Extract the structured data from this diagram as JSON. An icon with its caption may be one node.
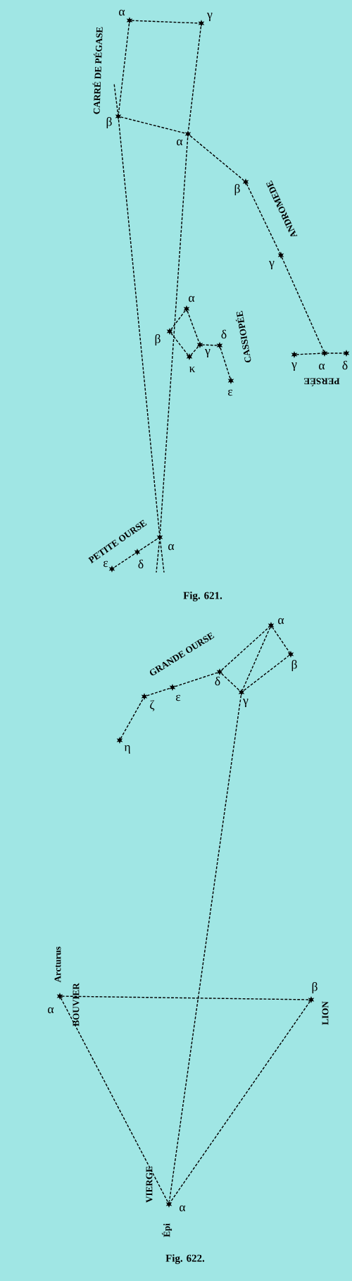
{
  "diagram": {
    "nodes": [
      {
        "text": [],
        "shape": "star",
        "beside": [
          "α"
        ]
      },
      {
        "text": [],
        "shape": "star",
        "beside": [
          "γ"
        ]
      },
      {
        "text": [],
        "shape": "star",
        "beside": [
          "β"
        ]
      },
      {
        "text": [],
        "shape": "star",
        "beside": [
          "α"
        ]
      },
      {
        "text": [],
        "shape": "star",
        "beside": [
          "β"
        ]
      },
      {
        "text": [],
        "shape": "star",
        "beside": [
          "γ"
        ]
      },
      {
        "text": [],
        "shape": "star",
        "beside": [
          "α"
        ]
      },
      {
        "text": [],
        "shape": "star",
        "beside": [
          "β"
        ]
      },
      {
        "text": [],
        "shape": "star",
        "beside": [
          "γ"
        ]
      },
      {
        "text": [],
        "shape": "star",
        "beside": [
          "δ"
        ]
      },
      {
        "text": [],
        "shape": "star",
        "beside": [
          "α"
        ]
      },
      {
        "text": [],
        "shape": "star",
        "beside": [
          "γ"
        ]
      },
      {
        "text": [],
        "shape": "star",
        "beside": [
          "δ"
        ]
      },
      {
        "text": [],
        "shape": "star",
        "beside": [
          "κ"
        ]
      },
      {
        "text": [],
        "shape": "star",
        "beside": [
          "ε"
        ]
      },
      {
        "text": [],
        "shape": "star",
        "beside": [
          "α"
        ]
      },
      {
        "text": [],
        "shape": "star",
        "beside": [
          "δ"
        ]
      },
      {
        "text": [],
        "shape": "star",
        "beside": [
          "ε"
        ]
      },
      {
        "text": [],
        "shape": "star",
        "beside": [
          "α"
        ]
      },
      {
        "text": [],
        "shape": "star",
        "beside": [
          "β"
        ]
      },
      {
        "text": [],
        "shape": "star",
        "beside": [
          "δ"
        ]
      },
      {
        "text": [],
        "shape": "star",
        "beside": [
          "ε"
        ]
      },
      {
        "text": [],
        "shape": "star",
        "beside": [
          "γ"
        ]
      },
      {
        "text": [],
        "shape": "star",
        "beside": [
          "ζ"
        ]
      },
      {
        "text": [],
        "shape": "star",
        "beside": [
          "η"
        ]
      },
      {
        "text": [],
        "shape": "star",
        "beside": [
          "α",
          "Arcturus"
        ]
      },
      {
        "text": [],
        "shape": "star",
        "beside": [
          "β"
        ]
      },
      {
        "text": [],
        "shape": "star",
        "beside": [
          "α",
          "Épi"
        ]
      }
    ],
    "edges": [
      {
        "from": 0,
        "to": 1,
        "arrow": "none"
      },
      {
        "from": 1,
        "to": 3,
        "arrow": "none"
      },
      {
        "from": 0,
        "to": 2,
        "arrow": "none"
      },
      {
        "from": 2,
        "to": 3,
        "arrow": "none"
      },
      {
        "from": 3,
        "to": 4,
        "arrow": "none"
      },
      {
        "from": 4,
        "to": 5,
        "arrow": "none"
      },
      {
        "from": 5,
        "to": 10,
        "arrow": "none"
      },
      {
        "from": 11,
        "to": 10,
        "arrow": "none"
      },
      {
        "from": 10,
        "to": 12,
        "arrow": "none"
      },
      {
        "from": 2,
        "to": 15,
        "arrow": "none"
      },
      {
        "from": 3,
        "to": 15,
        "arrow": "none"
      },
      {
        "from": 7,
        "to": 6,
        "arrow": "none"
      },
      {
        "from": 6,
        "to": 8,
        "arrow": "none"
      },
      {
        "from": 7,
        "to": 13,
        "arrow": "none"
      },
      {
        "from": 13,
        "to": 8,
        "arrow": "none"
      },
      {
        "from": 8,
        "to": 9,
        "arrow": "none"
      },
      {
        "from": 9,
        "to": 14,
        "arrow": "none"
      },
      {
        "from": 15,
        "to": 16,
        "arrow": "none"
      },
      {
        "from": 16,
        "to": 17,
        "arrow": "none"
      },
      {
        "from": 24,
        "to": 23,
        "arrow": "none"
      },
      {
        "from": 23,
        "to": 21,
        "arrow": "none"
      },
      {
        "from": 21,
        "to": 20,
        "arrow": "none"
      },
      {
        "from": 20,
        "to": 18,
        "arrow": "none"
      },
      {
        "from": 20,
        "to": 22,
        "arrow": "none"
      },
      {
        "from": 22,
        "to": 19,
        "arrow": "none"
      },
      {
        "from": 18,
        "to": 19,
        "arrow": "none"
      },
      {
        "from": 18,
        "to": 22,
        "arrow": "none"
      },
      {
        "from": 22,
        "to": 27,
        "arrow": "none"
      },
      {
        "from": 25,
        "to": 26,
        "arrow": "none"
      },
      {
        "from": 25,
        "to": 27,
        "arrow": "none"
      },
      {
        "from": 26,
        "to": 27,
        "arrow": "none"
      }
    ],
    "labels": [
      "CARRÉ DE PÉGASE",
      "ANDROMEDE",
      "CASSIOPÉE",
      "PERSÉE",
      "PETITE OURSE",
      "Fig. 621.",
      "GRANDE OURSE",
      "BOUVIER",
      "LION",
      "VIERGE",
      "Fig. 622."
    ]
  }
}
